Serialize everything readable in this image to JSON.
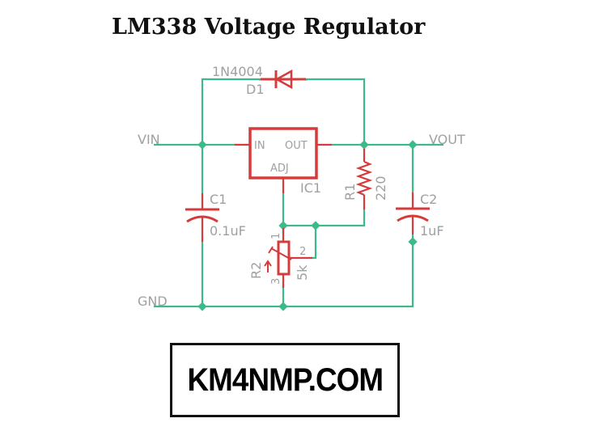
{
  "title": "LM338 Voltage Regulator",
  "colors": {
    "wire": "#3dba8a",
    "component": "#d63b3b",
    "label": "#a0a0a0",
    "title": "#111111"
  },
  "nets": {
    "vin": "VIN",
    "vout": "VOUT",
    "gnd": "GND"
  },
  "components": {
    "d1": {
      "part": "1N4004",
      "ref": "D1"
    },
    "ic1": {
      "ref": "IC1",
      "pin_in": "IN",
      "pin_out": "OUT",
      "pin_adj": "ADJ"
    },
    "r1": {
      "ref": "R1",
      "value": "220"
    },
    "r2": {
      "ref": "R2",
      "value": "5k",
      "pin1": "1",
      "pin2": "2",
      "pin3": "3"
    },
    "c1": {
      "ref": "C1",
      "value": "0.1uF"
    },
    "c2": {
      "ref": "C2",
      "value": "1uF"
    }
  },
  "logo": {
    "text": "KM4NMP.COM"
  }
}
